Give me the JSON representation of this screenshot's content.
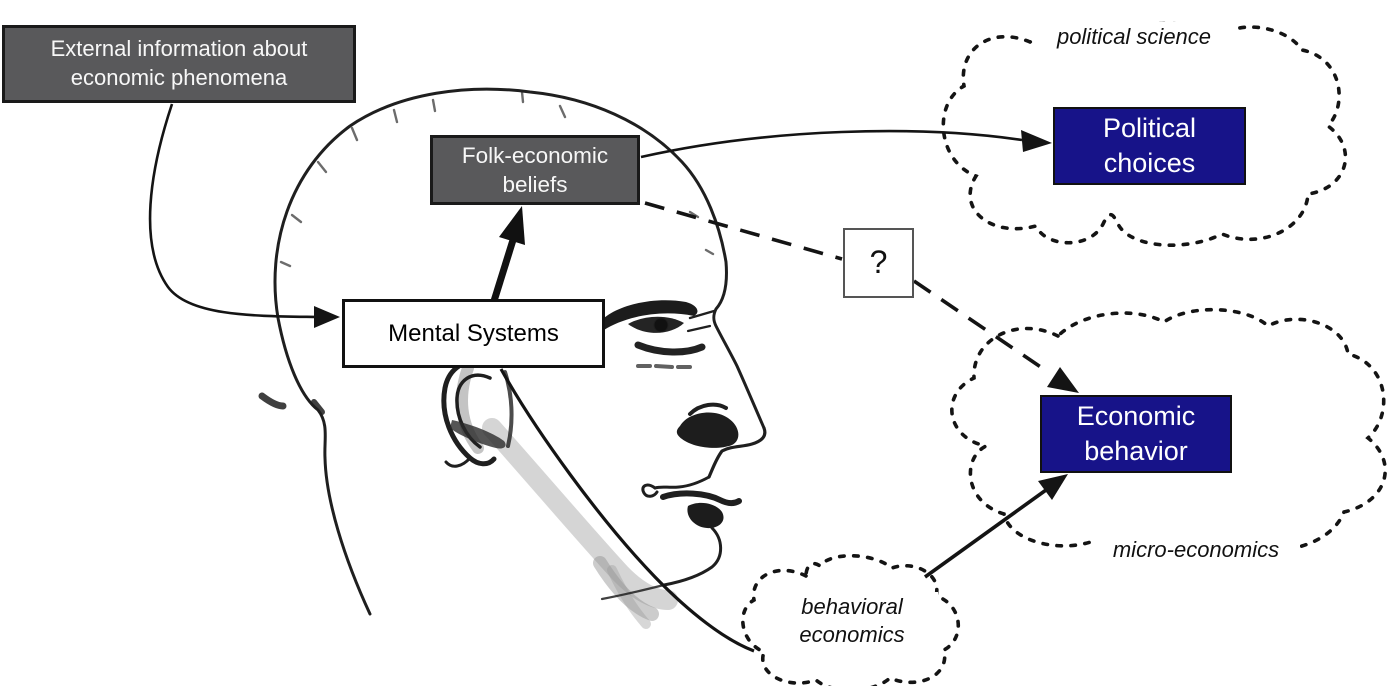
{
  "figure": {
    "background_color": "#ffffff",
    "boxes": {
      "external_info": {
        "label": "External information about\neconomic phenomena",
        "bg_color": "#59595b",
        "text_color": "#f7f7f7"
      },
      "folk_beliefs": {
        "label": "Folk-economic\nbeliefs",
        "bg_color": "#59595b",
        "text_color": "#f7f7f7"
      },
      "mental_systems": {
        "label": "Mental Systems",
        "bg_color": "#ffffff",
        "text_color": "#000000"
      },
      "question_mark": {
        "label": "?",
        "bg_color": "#ffffff",
        "text_color": "#111111"
      },
      "political_choices": {
        "label": "Political\nchoices",
        "bg_color": "#171389",
        "text_color": "#ffffff"
      },
      "economic_behavior": {
        "label": "Economic\nbehavior",
        "bg_color": "#171389",
        "text_color": "#ffffff"
      }
    },
    "cloud_labels": {
      "political_science": "political science",
      "micro_economics": "micro-economics",
      "behavioral_economics": "behavioral\neconomics"
    },
    "line_color": "#141414",
    "cloud_outline_style": "dotted"
  }
}
